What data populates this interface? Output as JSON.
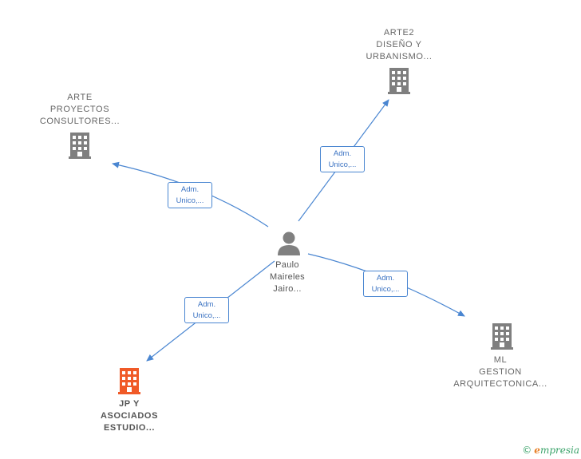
{
  "colors": {
    "edge": "#4a86d1",
    "building": "#7f7f7f",
    "building_highlight": "#f05a28",
    "person": "#808080"
  },
  "nodes": {
    "arte2": {
      "icon": "building-icon",
      "lines": [
        "ARTE2",
        "DISEÑO Y",
        "URBANISMO..."
      ]
    },
    "arte": {
      "icon": "building-icon",
      "lines": [
        "ARTE",
        "PROYECTOS",
        "CONSULTORES..."
      ]
    },
    "ml": {
      "icon": "building-icon",
      "lines": [
        "ML",
        "GESTION",
        "ARQUITECTONICA..."
      ]
    },
    "jp": {
      "icon": "building-icon",
      "lines": [
        "JP Y",
        "ASOCIADOS",
        "ESTUDIO..."
      ]
    },
    "person": {
      "icon": "person-icon",
      "lines": [
        "Paulo",
        "Maireles",
        "Jairo..."
      ]
    }
  },
  "edges": {
    "to_arte2": [
      "Adm.",
      "Unico,..."
    ],
    "to_arte": [
      "Adm.",
      "Unico,..."
    ],
    "to_ml": [
      "Adm.",
      "Unico,..."
    ],
    "to_jp": [
      "Adm.",
      "Unico,..."
    ]
  },
  "footer": {
    "copyright": "©",
    "brand_initial": "e",
    "brand_rest": "mpresia"
  }
}
